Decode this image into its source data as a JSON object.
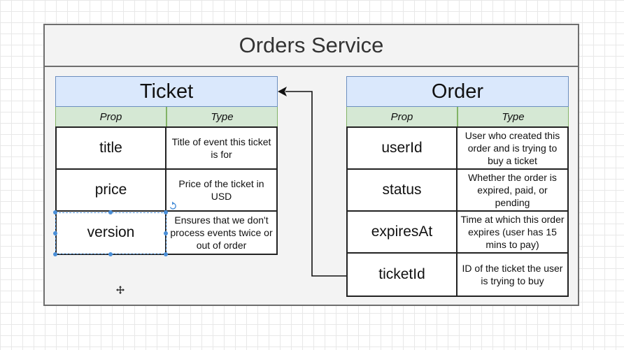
{
  "service": {
    "title": "Orders Service"
  },
  "ticket": {
    "title": "Ticket",
    "headers": [
      "Prop",
      "Type"
    ],
    "rows": [
      {
        "prop": "title",
        "type": "Title of event this ticket is for"
      },
      {
        "prop": "price",
        "type": "Price of the ticket in USD"
      },
      {
        "prop": "version",
        "type": "Ensures that we don't process events twice or out of order"
      }
    ]
  },
  "order": {
    "title": "Order",
    "headers": [
      "Prop",
      "Type"
    ],
    "rows": [
      {
        "prop": "userId",
        "type": "User who created this order and is trying to buy a ticket"
      },
      {
        "prop": "status",
        "type": "Whether the order is expired, paid, or pending"
      },
      {
        "prop": "expiresAt",
        "type": "Time at which this order expires (user has 15 mins to pay)"
      },
      {
        "prop": "ticketId",
        "type": "ID of the ticket the user is trying to buy"
      }
    ]
  },
  "icons": {
    "rotate": "rotate-icon",
    "move_cursor": "move-cursor-icon",
    "arrow": "arrow-head-icon"
  },
  "colors": {
    "entity_title_bg": "#dae8fc",
    "header_bg": "#d5e8d4",
    "service_bg": "#f3f3f3",
    "selection": "#4a8fd8"
  }
}
